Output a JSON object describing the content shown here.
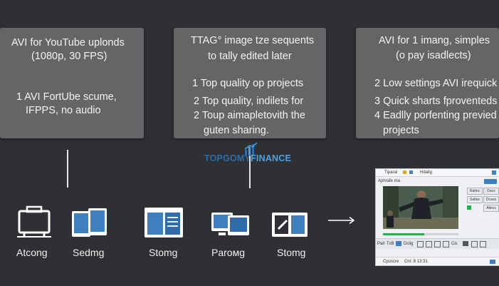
{
  "cards": [
    {
      "heading_lines": [
        "AVI for YouTube uplonds",
        "(1080p, 30 FPS)"
      ],
      "body_lines": [
        "1 AVI FortUbe scume,",
        "IFPPS, no audio"
      ]
    },
    {
      "heading_lines": [
        "TTAG° image tze sequents",
        "to tally edited later"
      ],
      "body_lines": [
        "1 Top quality op projects",
        "2 Top quality, indilets for",
        "2 Toup aimapletovith the",
        "guten sharing."
      ]
    },
    {
      "heading_lines": [
        "AVI for 1 imang, simples",
        "(o pay isadlects)"
      ],
      "body_lines": [
        "2 Low settings AVI irequick",
        "3 Quick sharts fproventeds",
        "4 Eadlly porfenting previed",
        "projects"
      ]
    }
  ],
  "watermark": {
    "part1": "TOPGOMY",
    "part2": "FINANCE"
  },
  "icons": [
    {
      "icon": "monitor-icon",
      "label": "Atcong"
    },
    {
      "icon": "tablets-icon",
      "label": "Sedmg"
    },
    {
      "icon": "window-icon",
      "label": "Stomg"
    },
    {
      "icon": "dual-screen-icon",
      "label": "Parомg"
    },
    {
      "icon": "open-book-icon",
      "label": "Stomg"
    }
  ],
  "editor": {
    "title_left": "Tiparal",
    "title_right": "Hdallg",
    "panel_label": "Aphrafe ma",
    "chips": [
      "Ratinc",
      "Dacs",
      "Satlas",
      "Dcaos",
      "Atiecs"
    ],
    "toolbar_items": [
      "Pall",
      "TxB",
      "Dclig",
      "Cis"
    ],
    "status_left": "Cpuscre",
    "status_right": "Cnr. 8 13:31",
    "progress_fraction": 0.55,
    "accent": "#1fb34a"
  },
  "colors": {
    "background": "#2f3033",
    "card": "#646567",
    "icon_blue": "#3d80bd"
  }
}
